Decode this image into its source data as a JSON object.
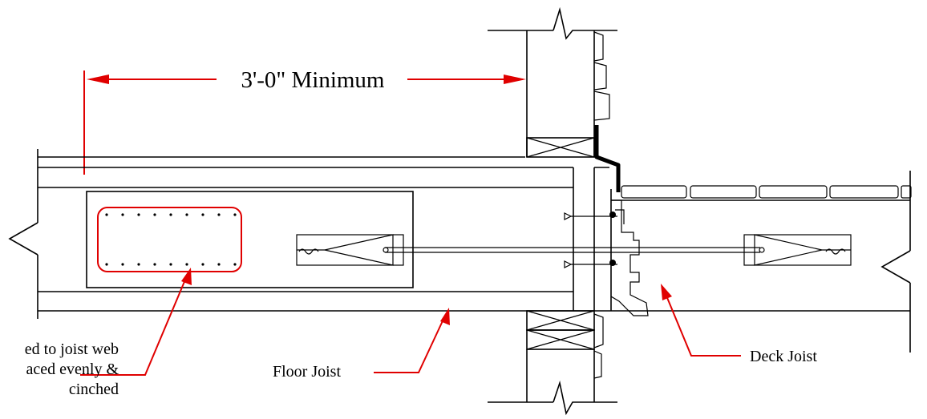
{
  "labels": {
    "dimension": "3'-0\" Minimum",
    "floor_joist": "Floor Joist",
    "deck_joist": "Deck Joist",
    "bolts_line1": "ed to joist web",
    "bolts_line2": "aced evenly &",
    "bolts_line3": "cinched"
  },
  "colors": {
    "linework": "#000000",
    "callouts": "#e00000"
  }
}
